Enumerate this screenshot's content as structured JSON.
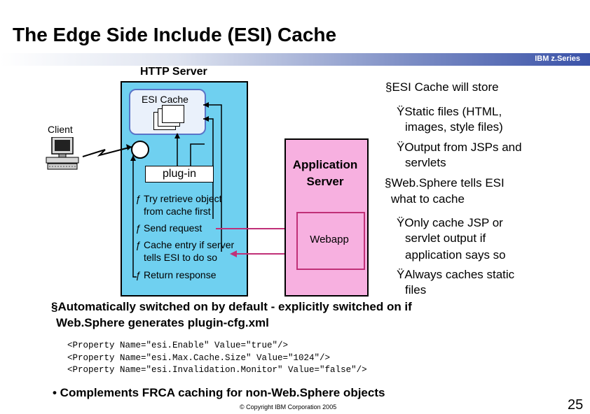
{
  "title": "The Edge Side Include (ESI) Cache",
  "brand": "IBM z.Series",
  "diagram": {
    "http_server_label": "HTTP Server",
    "esi_cache_label": "ESI Cache",
    "client_label": "Client",
    "plugin_label": "plug-in",
    "app_server_label_1": "Application",
    "app_server_label_2": "Server",
    "webapp_label": "Webapp",
    "steps": [
      {
        "mark": "ƒ",
        "line1": "Try retrieve object",
        "line2": "from cache first"
      },
      {
        "mark": "ƒ",
        "line1": "Send request",
        "line2": ""
      },
      {
        "mark": "ƒ",
        "line1": "Cache entry if server",
        "line2": "tells ESI  to do so"
      },
      {
        "mark": "ƒ",
        "line1": "Return response",
        "line2": ""
      }
    ]
  },
  "right_text": {
    "b1": "§ESI Cache will store",
    "b1_s1_l1": "ŸStatic files (HTML,",
    "b1_s1_l2": "images, style files)",
    "b1_s2_l1": "ŸOutput from JSPs and",
    "b1_s2_l2": "servlets",
    "b2_l1": "§Web.Sphere tells ESI",
    "b2_l2": "what to cache",
    "b2_s1_l1": "ŸOnly cache JSP or",
    "b2_s1_l2": "servlet output if",
    "b2_s1_l3": "application says so",
    "b2_s2_l1": "ŸAlways caches static",
    "b2_s2_l2": "files"
  },
  "bottom": {
    "line1": "§Automatically switched on by default - explicitly switched on if",
    "line2": "Web.Sphere generates plugin-cfg.xml",
    "code": [
      "<Property Name=\"esi.Enable\" Value=\"true\"/>",
      "<Property Name=\"esi.Max.Cache.Size\" Value=\"1024\"/>",
      "<Property Name=\"esi.Invalidation.Monitor\" Value=\"false\"/>"
    ],
    "complements": "• Complements FRCA caching for non-Web.Sphere objects",
    "copyright": "© Copyright IBM Corporation 2005",
    "page_number": "25"
  },
  "colors": {
    "http_box": "#6fd0f0",
    "app_box": "#f7b0e0",
    "arrow_red": "#c03078"
  }
}
